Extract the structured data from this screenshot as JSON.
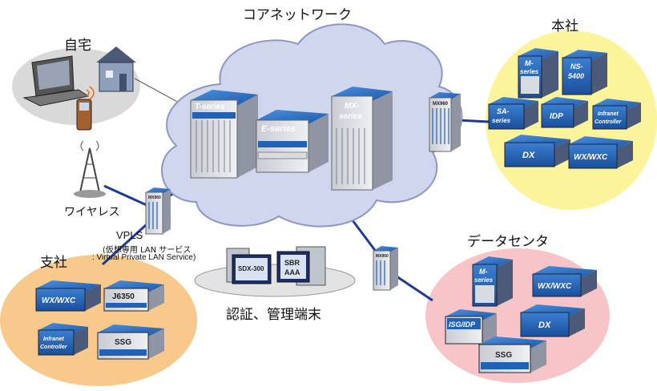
{
  "labels": {
    "core": "コアネットワーク",
    "home": "自宅",
    "hq": "本社",
    "wireless": "ワイヤレス",
    "vpls": "VPLS",
    "vpls_jp": "(仮想専用 LAN サービス",
    "vpls_en": ": Virtual Private LAN Service)",
    "branch": "支社",
    "datacenter": "データセンタ",
    "auth": "認証、管理端末"
  },
  "devices": {
    "core_t": "T-series",
    "core_e": "E-series",
    "core_mx1": "MX-",
    "core_mx2": "series",
    "mx960": "MX960",
    "hq_m1": "M-",
    "hq_m2": "series",
    "hq_ns1": "NS-",
    "hq_ns2": "5400",
    "hq_sa1": "SA-",
    "hq_sa2": "series",
    "hq_idp": "IDP",
    "hq_ic1": "Infranet",
    "hq_ic2": "Controller",
    "hq_dx": "DX",
    "hq_wx": "WX/WXC",
    "br_wx": "WX/WXC",
    "br_j": "J6350",
    "br_ic1": "Infranet",
    "br_ic2": "Controller",
    "br_ssg": "SSG",
    "dc_m1": "M-",
    "dc_m2": "series",
    "dc_wx": "WX/WXC",
    "dc_isg": "ISG/IDP",
    "dc_dx": "DX",
    "dc_ssg": "SSG",
    "sdx": "SDX-300",
    "sbr1": "SBR",
    "sbr2": "AAA"
  },
  "colors": {
    "cloud": "#cfd6ee",
    "cloud_edge": "#8c97c2",
    "home_bg": "#d9d9d9",
    "hq_bg": "#fbf49a",
    "branch_bg": "#f8c98a",
    "dc_bg": "#f7c4c8",
    "link": "#1f3a93",
    "device_blue": "#1f62b8"
  }
}
